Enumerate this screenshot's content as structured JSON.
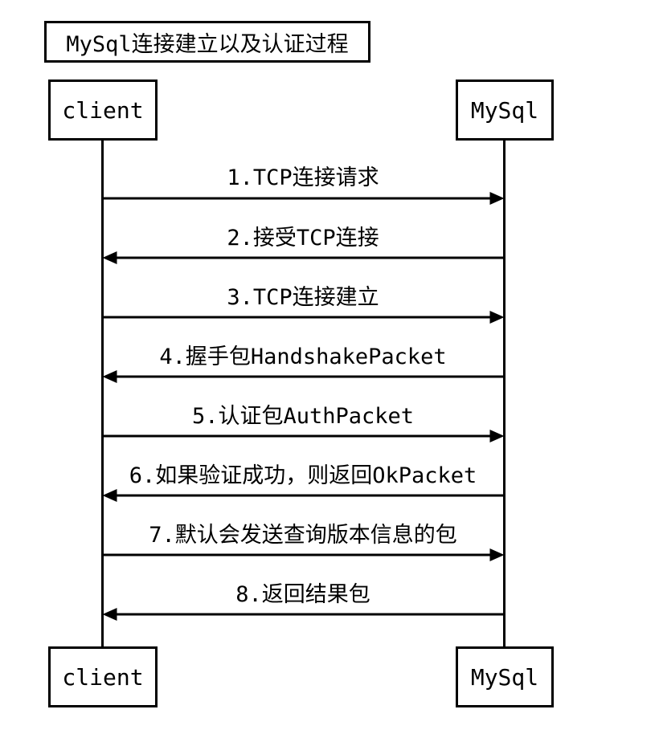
{
  "title": "MySql连接建立以及认证过程",
  "participants": {
    "client": "client",
    "server": "MySql"
  },
  "messages": [
    {
      "label": "1.TCP连接请求",
      "direction": "client-to-server"
    },
    {
      "label": "2.接受TCP连接",
      "direction": "server-to-client"
    },
    {
      "label": "3.TCP连接建立",
      "direction": "client-to-server"
    },
    {
      "label": "4.握手包HandshakePacket",
      "direction": "server-to-client"
    },
    {
      "label": "5.认证包AuthPacket",
      "direction": "client-to-server"
    },
    {
      "label": "6.如果验证成功，则返回OkPacket",
      "direction": "server-to-client"
    },
    {
      "label": "7.默认会发送查询版本信息的包",
      "direction": "client-to-server"
    },
    {
      "label": "8.返回结果包",
      "direction": "server-to-client"
    }
  ],
  "colors": {
    "line": "#000000",
    "background": "#ffffff"
  }
}
